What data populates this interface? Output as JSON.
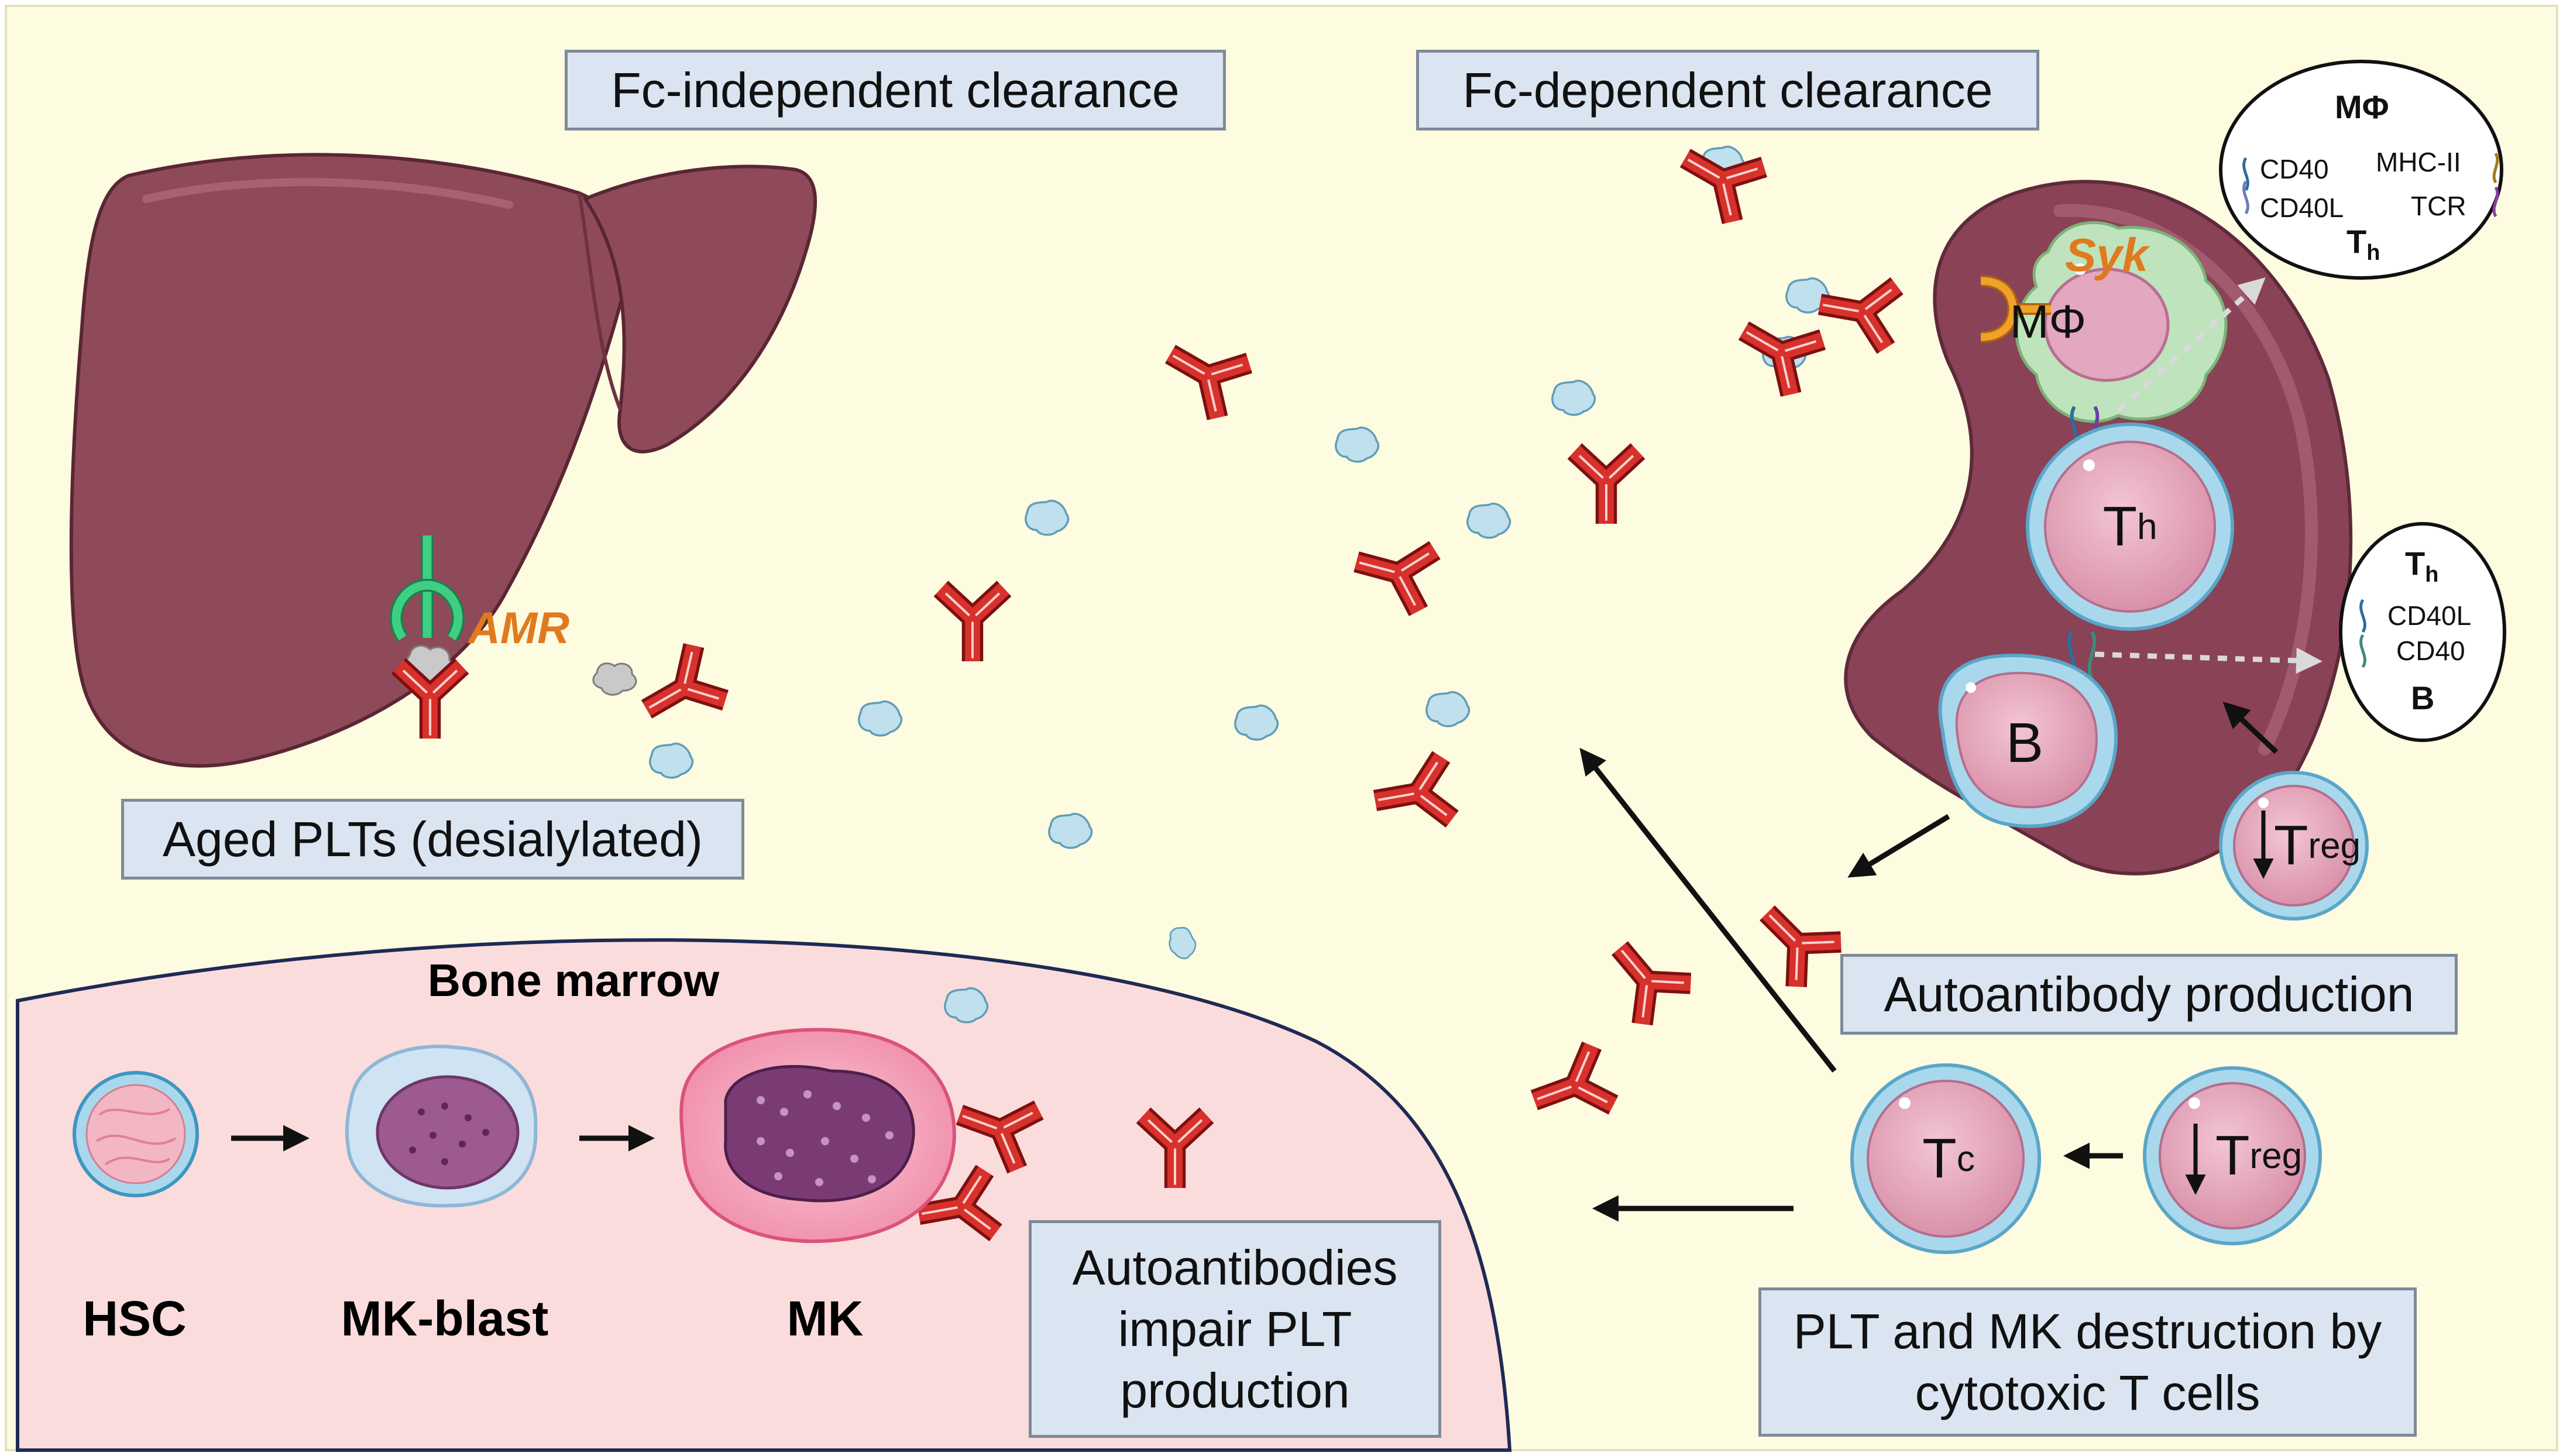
{
  "header": {
    "fc_independent": "Fc-independent clearance",
    "fc_dependent": "Fc-dependent clearance"
  },
  "liver": {
    "receptor_label": "AMR",
    "caption": "Aged PLTs (desialylated)"
  },
  "bone_marrow": {
    "title": "Bone marrow",
    "cells": [
      "HSC",
      "MK-blast",
      "MK"
    ],
    "caption": "Autoantibodies impair PLT production"
  },
  "spleen": {
    "kinase_label": "Syk",
    "macrophage": "MΦ",
    "th_cell": {
      "main": "T",
      "sub": "h"
    },
    "b_cell": "B",
    "treg_cell": {
      "main": "T",
      "sub": "reg"
    },
    "tc_cell": {
      "main": "T",
      "sub": "c"
    }
  },
  "bubble_top": {
    "top": "MΦ",
    "left_labels": [
      "CD40",
      "CD40L"
    ],
    "right_labels": [
      "MHC-II",
      "TCR"
    ],
    "bottom": {
      "main": "T",
      "sub": "h"
    }
  },
  "bubble_right": {
    "top": {
      "main": "T",
      "sub": "h"
    },
    "labels": [
      "CD40L",
      "CD40"
    ],
    "bottom": "B"
  },
  "captions": {
    "autoantibody_production": "Autoantibody production",
    "tcell_destruction": "PLT and MK destruction by cytotoxic T cells"
  },
  "colors": {
    "background": "#fdfbe0",
    "bone_marrow": "#fbdcdc",
    "liver": "#8f4a5a",
    "spleen": "#8a4256",
    "antibody": "#d32f2f",
    "platelet": "#bfe0ec",
    "label_box": "#dbe5f1",
    "accent_orange": "#e07a1f",
    "amr_green": "#3fcf82",
    "syk_green": "#bfe3bc"
  },
  "icons": [
    "antibody-icon",
    "platelet-icon",
    "arrow-icon",
    "receptor-icon"
  ]
}
